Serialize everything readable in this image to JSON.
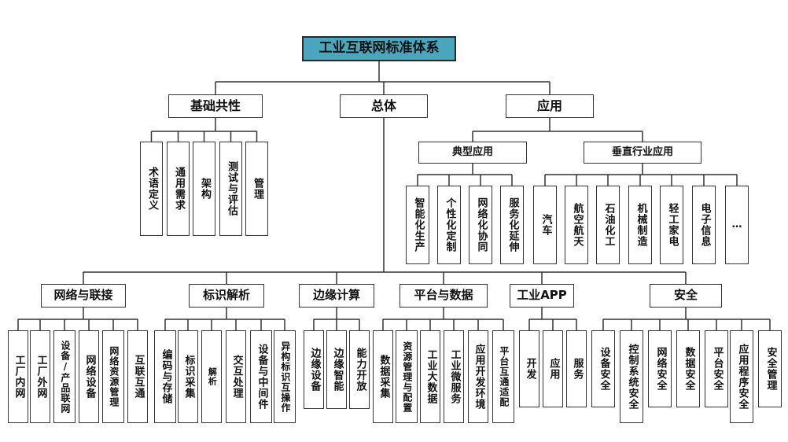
{
  "root": "工业互联网标准体系",
  "top": {
    "base": "基础共性",
    "overall": "总体",
    "app": "应用"
  },
  "base_children": [
    "术语定义",
    "通用需求",
    "架构",
    "测试与评估",
    "管理"
  ],
  "app_groups": {
    "typical": "典型应用",
    "vertical": "垂直行业应用"
  },
  "typical_children": [
    "智能化生产",
    "个性化定制",
    "网络化协同",
    "服务化延伸"
  ],
  "vertical_children": [
    "汽车",
    "航空航天",
    "石油化工",
    "机械制造",
    "轻工家电",
    "电子信息",
    "…"
  ],
  "overall_children": [
    "网络与联接",
    "标识解析",
    "边缘计算",
    "平台与数据",
    "工业APP",
    "安全"
  ],
  "network_children": [
    "工厂内网",
    "工厂外网",
    "设备/产品联网",
    "网络设备",
    "网络资源管理",
    "互联互通"
  ],
  "identifier_children": [
    "编码与存储",
    "标识采集",
    "解析",
    "交互处理",
    "设备与中间件",
    "异构标识互操作"
  ],
  "edge_children": [
    "边缘设备",
    "边缘智能",
    "能力开放"
  ],
  "platform_children": [
    "数据采集",
    "资源管理与配置",
    "工业大数据",
    "工业微服务",
    "应用开发环境",
    "平台互通适配"
  ],
  "iapp_children": [
    "开发",
    "应用",
    "服务"
  ],
  "security_children": [
    "设备安全",
    "控制系统安全",
    "网络安全",
    "数据安全",
    "平台安全",
    "应用程序安全",
    "安全管理"
  ]
}
